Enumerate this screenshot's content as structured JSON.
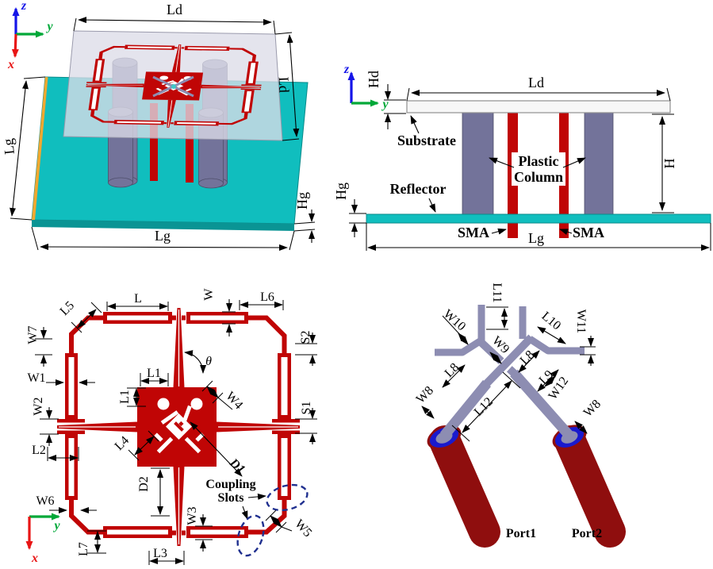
{
  "colors": {
    "copper": "#C00505",
    "teal": "#10BEBE",
    "teal_dark": "#0A9494",
    "edge_orange": "#F0A830",
    "substrate": "#DCDCE8",
    "column": "#73739A",
    "column_light": "#9090B2",
    "feed": "#8D8DB2",
    "port_red": "#8F0E0E",
    "port_blue": "#1A1ACD",
    "axis_x": "#E81515",
    "axis_y": "#00A838",
    "axis_z": "#1515E8",
    "dimension": "#000000",
    "slot_ellipse": "#20308F"
  },
  "axes": {
    "x": "x",
    "y": "y",
    "z": "z"
  },
  "p1": {
    "ld": "Ld",
    "lg": "Lg",
    "hg": "Hg"
  },
  "p2": {
    "hd": "Hd",
    "ld": "Ld",
    "h": "H",
    "hg": "Hg",
    "lg": "Lg",
    "substrate": "Substrate",
    "plastic": [
      "Plastic",
      "Column"
    ],
    "reflector": "Reflector",
    "sma": "SMA"
  },
  "p3": {
    "L": "L",
    "W": "W",
    "L1": "L1",
    "L2": "L2",
    "L3": "L3",
    "L4": "L4",
    "L5": "L5",
    "L6": "L6",
    "L7": "L7",
    "W1": "W1",
    "W2": "W2",
    "W3": "W3",
    "W4": "W4",
    "W5": "W5",
    "W6": "W6",
    "W7": "W7",
    "S1": "S1",
    "S2": "S2",
    "D1": "D1",
    "D2": "D2",
    "theta": "θ",
    "coupling": [
      "Coupling",
      "Slots"
    ]
  },
  "p4": {
    "L8": "L8",
    "L9": "L9",
    "L10": "L10",
    "L11": "L11",
    "L12": "L12",
    "W8": "W8",
    "W9": "W9",
    "W10": "W10",
    "W11": "W11",
    "W12": "W12",
    "port1": "Port1",
    "port2": "Port2"
  }
}
